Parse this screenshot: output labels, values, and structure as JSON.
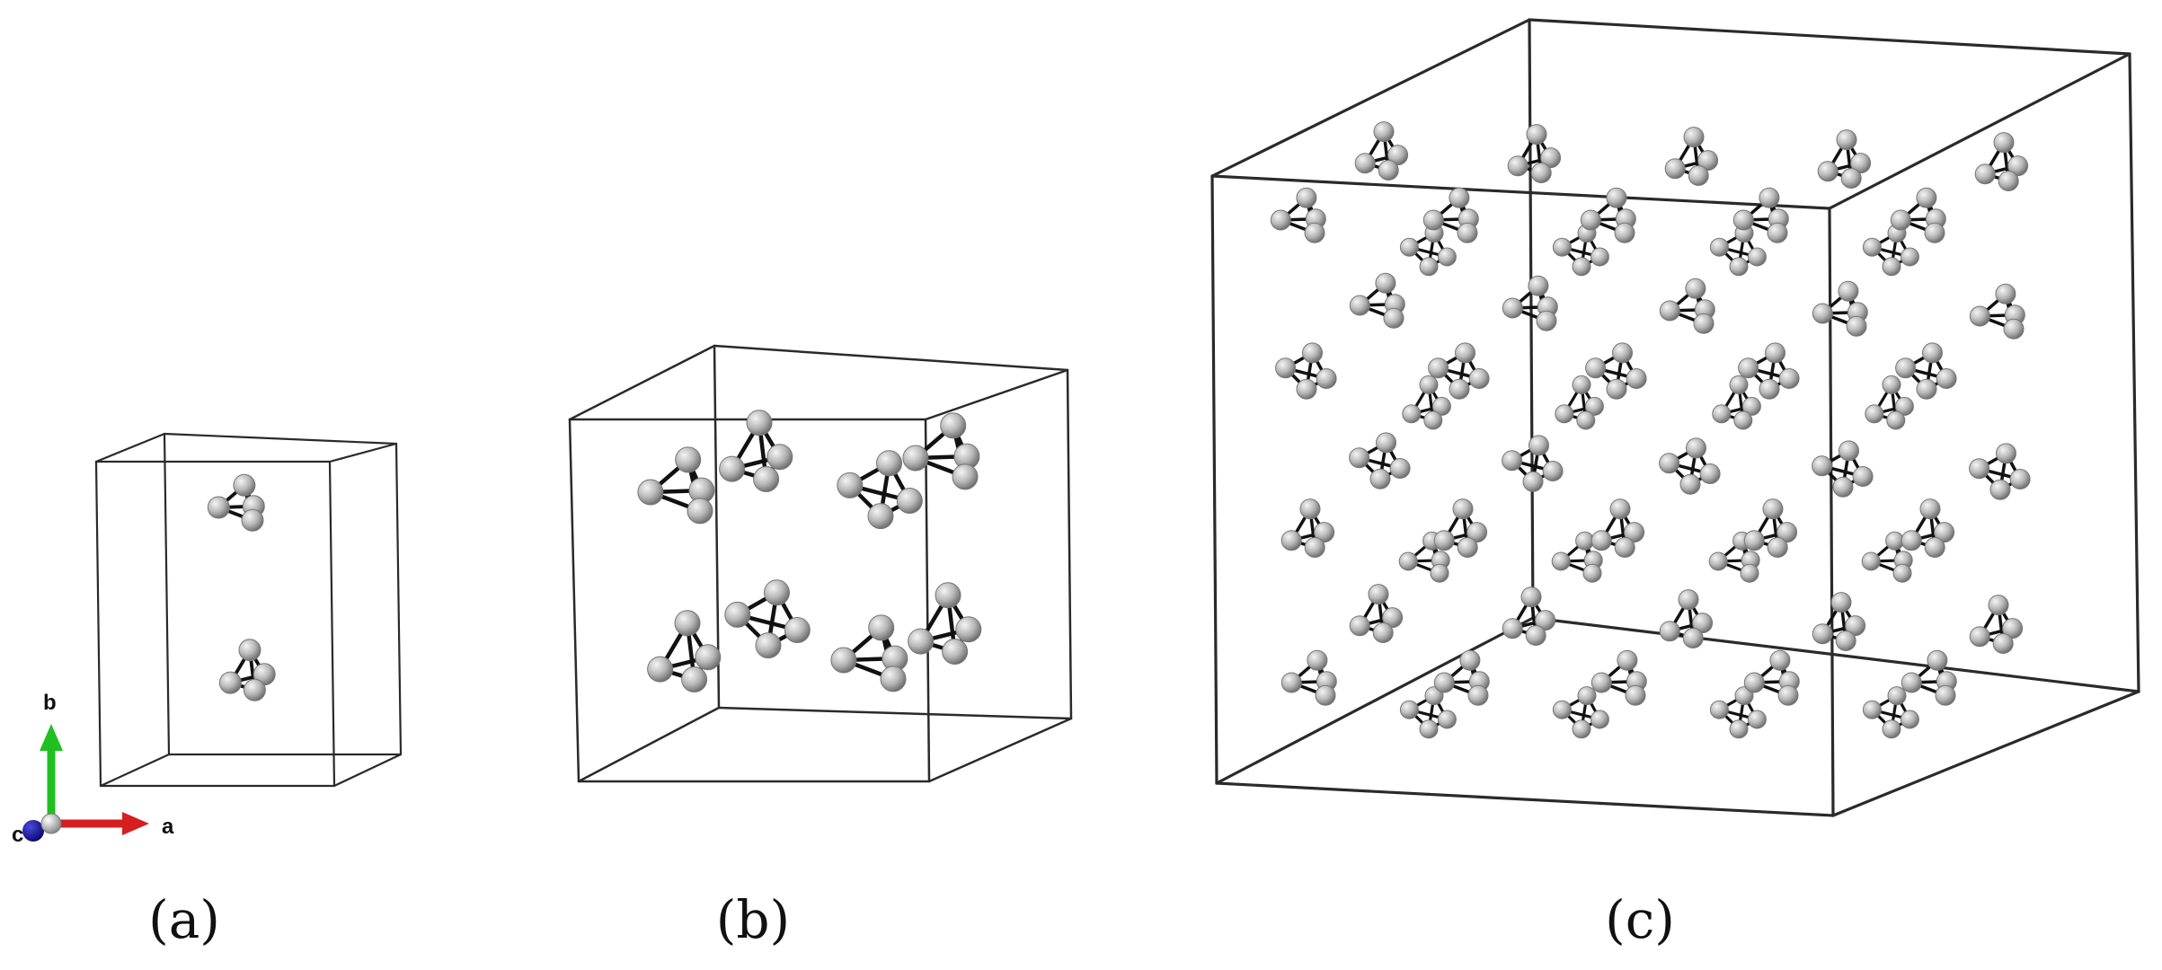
{
  "panels": [
    {
      "id": "a",
      "label": "(a)"
    },
    {
      "id": "b",
      "label": "(b)"
    },
    {
      "id": "c",
      "label": "(c)"
    }
  ],
  "axes": {
    "a": "a",
    "b": "b",
    "c": "c"
  },
  "colors": {
    "atom": "#b8b8b8",
    "cell_edge": "#2a2a2a",
    "bond": "#111111",
    "axis_a": "#d71e1e",
    "axis_b": "#21c021",
    "axis_c": "#1a1aa8"
  },
  "structure": {
    "atoms_per_cluster": 4,
    "supercell_b": "2x2x2",
    "supercell_c": "4x4x4"
  }
}
